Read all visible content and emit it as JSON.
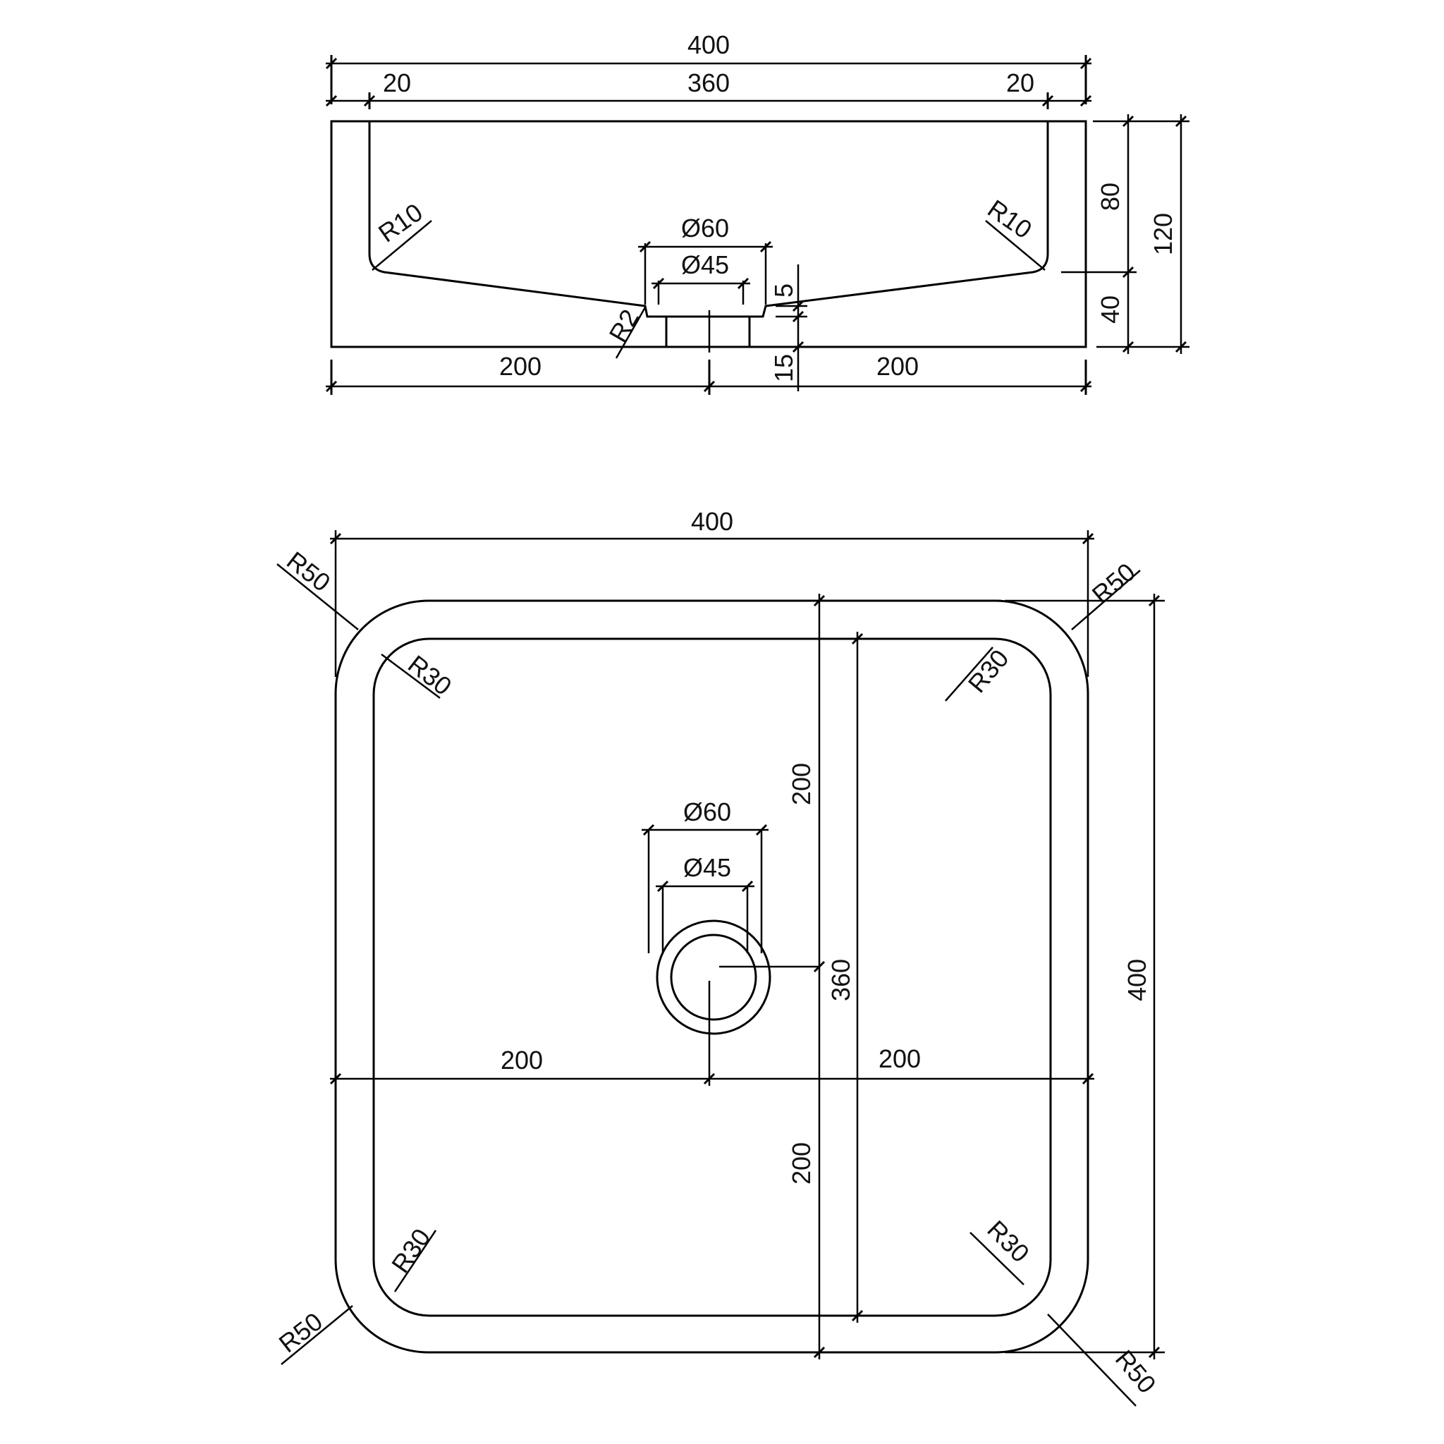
{
  "drawing": {
    "line_color": "#000000",
    "background": "#ffffff",
    "section_view": {
      "overall_width": "400",
      "left_rim": "20",
      "inner_width": "360",
      "right_rim": "20",
      "left_radius": "R10",
      "right_radius": "R10",
      "drain_outer_diameter": "Ø60",
      "drain_inner_diameter": "Ø45",
      "drain_step": "5",
      "drain_fillet": "R2",
      "base_thickness": "15",
      "left_half": "200",
      "right_half": "200",
      "bowl_depth": "80",
      "floor_height": "40",
      "overall_height": "120"
    },
    "plan_view": {
      "overall_width": "400",
      "overall_depth": "400",
      "inner_depth": "360",
      "outer_radius_tl": "R50",
      "outer_radius_tr": "R50",
      "outer_radius_bl": "R50",
      "outer_radius_br": "R50",
      "inner_radius_tl": "R30",
      "inner_radius_tr": "R30",
      "inner_radius_bl": "R30",
      "inner_radius_br": "R30",
      "drain_outer_diameter": "Ø60",
      "drain_inner_diameter": "Ø45",
      "drain_x_left": "200",
      "drain_x_right": "200",
      "drain_y_top": "200",
      "drain_y_bottom": "200"
    }
  }
}
